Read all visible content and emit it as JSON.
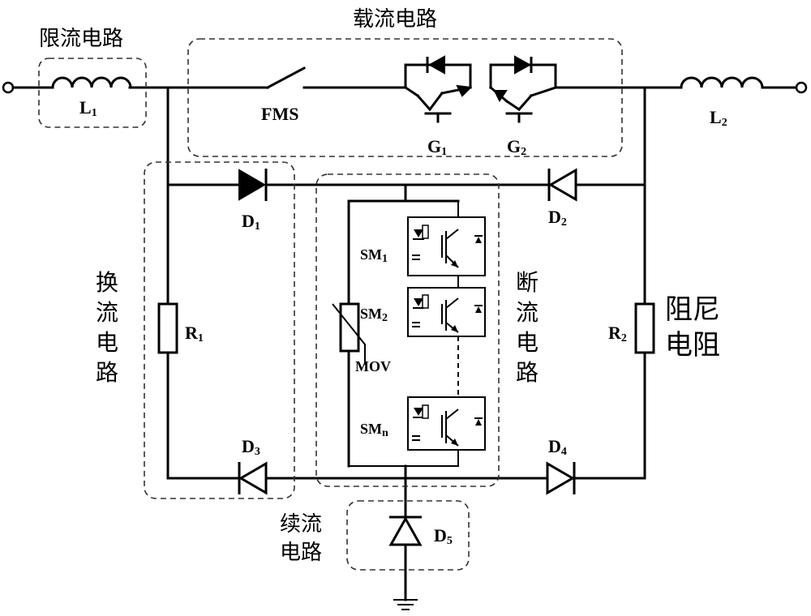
{
  "labels": {
    "L1": {
      "main": "L",
      "sub": "1"
    },
    "L2": {
      "main": "L",
      "sub": "2"
    },
    "FMS": "FMS",
    "G1": {
      "main": "G",
      "sub": "1"
    },
    "G2": {
      "main": "G",
      "sub": "2"
    },
    "D1": {
      "main": "D",
      "sub": "1"
    },
    "D2": {
      "main": "D",
      "sub": "2"
    },
    "D3": {
      "main": "D",
      "sub": "3"
    },
    "D4": {
      "main": "D",
      "sub": "4"
    },
    "D5": {
      "main": "D",
      "sub": "5"
    },
    "R1": {
      "main": "R",
      "sub": "1"
    },
    "R2": {
      "main": "R",
      "sub": "2"
    },
    "SM1": {
      "main": "SM",
      "sub": "1"
    },
    "SM2": {
      "main": "SM",
      "sub": "2"
    },
    "SMn": {
      "main": "SM",
      "sub": "n"
    },
    "MOV": "MOV"
  },
  "regions": {
    "current_limiting": "限流电路",
    "current_carrying": "载流电路",
    "commutation": [
      "换",
      "流",
      "电",
      "路"
    ],
    "breaking": [
      "断",
      "流",
      "电",
      "路"
    ],
    "damping": [
      "阻尼",
      "电阻"
    ],
    "freewheeling": [
      "续流",
      "电路"
    ]
  }
}
